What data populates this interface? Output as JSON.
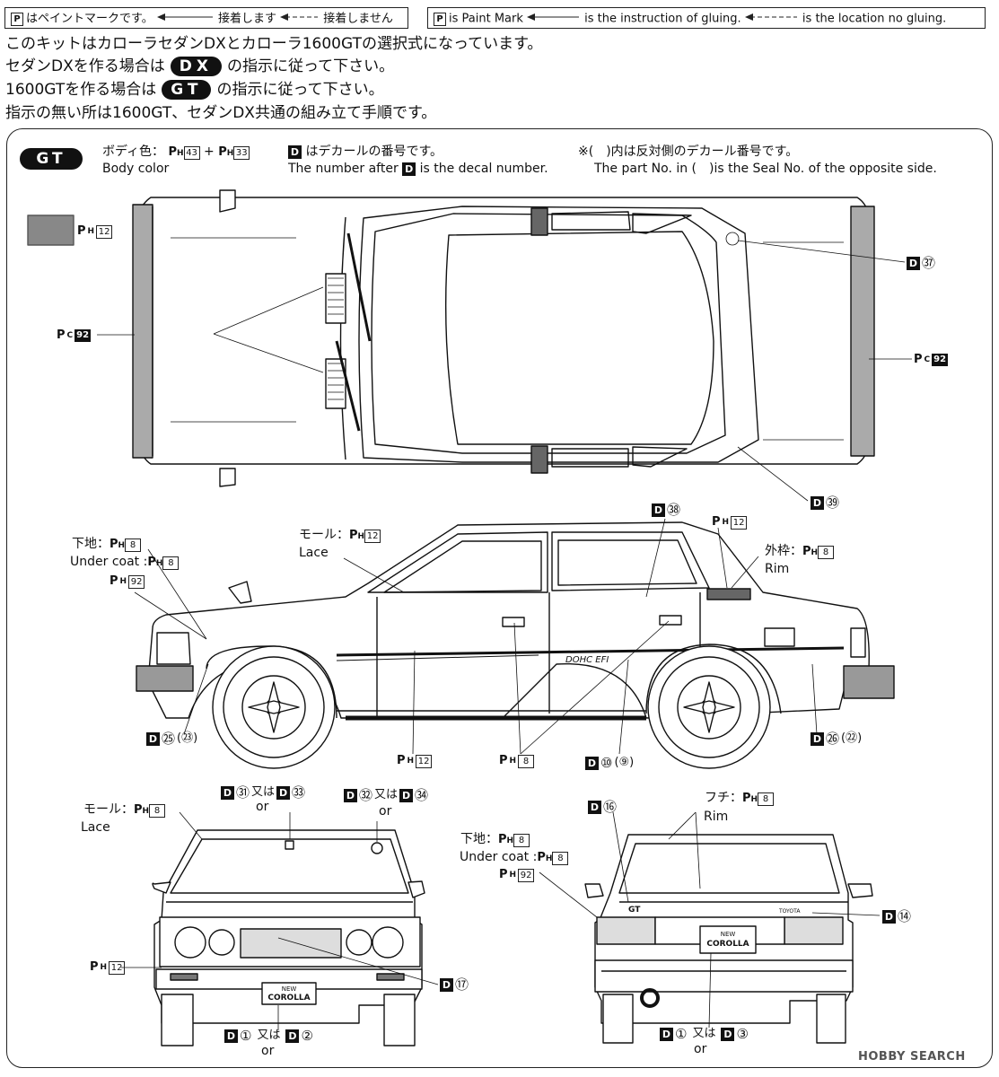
{
  "legend": {
    "jp": {
      "p_is_paint": "はペイントマークです。",
      "glue": "接着します",
      "noglue": "接着しません"
    },
    "en": {
      "p_is_paint": "is Paint Mark",
      "glue": "is the instruction of gluing.",
      "noglue": "is the location no gluing."
    },
    "p_letter": "P"
  },
  "intro": {
    "line1": "このキットはカローラセダンDXとカローラ1600GTの選択式になっています。",
    "line2_pre": "セダンDXを作る場合は",
    "dx": "DX",
    "line2_post": "の指示に従って下さい。",
    "line3_pre": "1600GTを作る場合は",
    "gt": "GT",
    "line3_post": "の指示に従って下さい。",
    "line4": "指示の無い所は1600GT、セダンDX共通の組み立て手順です。"
  },
  "panel": {
    "gt_badge": "GT",
    "body_color_jp": "ボディ色：",
    "body_color_en": "Body color",
    "body_color_codes": [
      {
        "p": "P",
        "sub": "H",
        "num": "43"
      },
      {
        "p": "P",
        "sub": "H",
        "num": "33"
      }
    ],
    "plus": "+",
    "decal_note_jp": "はデカールの番号です。",
    "decal_note_en_pre": "The number after",
    "decal_note_en_post": "is the decal number.",
    "d_letter": "D",
    "seal_note_jp": "※(　)内は反対側のデカール番号です。",
    "seal_note_en": "The part No. in (　)is the Seal No. of the opposite side."
  },
  "top_view": {
    "swatch_code": {
      "p": "P",
      "sub": "H",
      "num": "12"
    },
    "pc92_left": {
      "p": "P",
      "sub": "C",
      "num": "92"
    },
    "pc92_right": {
      "p": "P",
      "sub": "C",
      "num": "92"
    },
    "d37": "㊲",
    "d39": "㊴"
  },
  "side_view": {
    "undercoat_jp": "下地：",
    "undercoat_en": "Under coat :",
    "undercoat_code": {
      "p": "P",
      "sub": "H",
      "num": "8"
    },
    "undercoat_code_en": {
      "p": "P",
      "sub": "H",
      "num": "8"
    },
    "ph92": {
      "p": "P",
      "sub": "H",
      "num": "92"
    },
    "lace_jp": "モール：",
    "lace_en": "Lace",
    "lace_code": {
      "p": "P",
      "sub": "H",
      "num": "12"
    },
    "d38": "㊳",
    "ph12_rear": {
      "p": "P",
      "sub": "H",
      "num": "12"
    },
    "rim_jp": "外枠：",
    "rim_en": "Rim",
    "rim_code": {
      "p": "P",
      "sub": "H",
      "num": "8"
    },
    "d25": "㉕",
    "d25_alt": "(㉓)",
    "ph12_bottom": {
      "p": "P",
      "sub": "H",
      "num": "12"
    },
    "ph8_bottom": {
      "p": "P",
      "sub": "H",
      "num": "8"
    },
    "d10": "⑩",
    "d10_alt": "(⑨)",
    "d26": "㉖",
    "d26_alt": "(㉒)",
    "door_text": "DOHC EFI"
  },
  "front_view": {
    "lace_jp": "モール：",
    "lace_en": "Lace",
    "lace_code": {
      "p": "P",
      "sub": "H",
      "num": "8"
    },
    "d31": "㉛",
    "or_jp": "又は",
    "or_en": "or",
    "d33": "㉝",
    "d32": "㉜",
    "d34": "㉞",
    "ph12": {
      "p": "P",
      "sub": "H",
      "num": "12"
    },
    "d17": "⑰",
    "d1": "①",
    "d2": "②",
    "plate_top": "NEW",
    "plate": "COROLLA"
  },
  "rear_view": {
    "d16": "⑯",
    "rim_jp": "フチ：",
    "rim_en": "Rim",
    "rim_code": {
      "p": "P",
      "sub": "H",
      "num": "8"
    },
    "undercoat_jp": "下地：",
    "undercoat_en": "Under coat :",
    "undercoat_code": {
      "p": "P",
      "sub": "H",
      "num": "8"
    },
    "undercoat_code_en": {
      "p": "P",
      "sub": "H",
      "num": "8"
    },
    "ph92": {
      "p": "P",
      "sub": "H",
      "num": "92"
    },
    "d14": "⑭",
    "d1": "①",
    "or_jp": "又は",
    "or_en": "or",
    "d3": "③",
    "gt_emblem": "GT",
    "toyota": "TOYOTA",
    "plate_top": "NEW",
    "plate": "COROLLA"
  },
  "watermark": "HOBBY SEARCH"
}
